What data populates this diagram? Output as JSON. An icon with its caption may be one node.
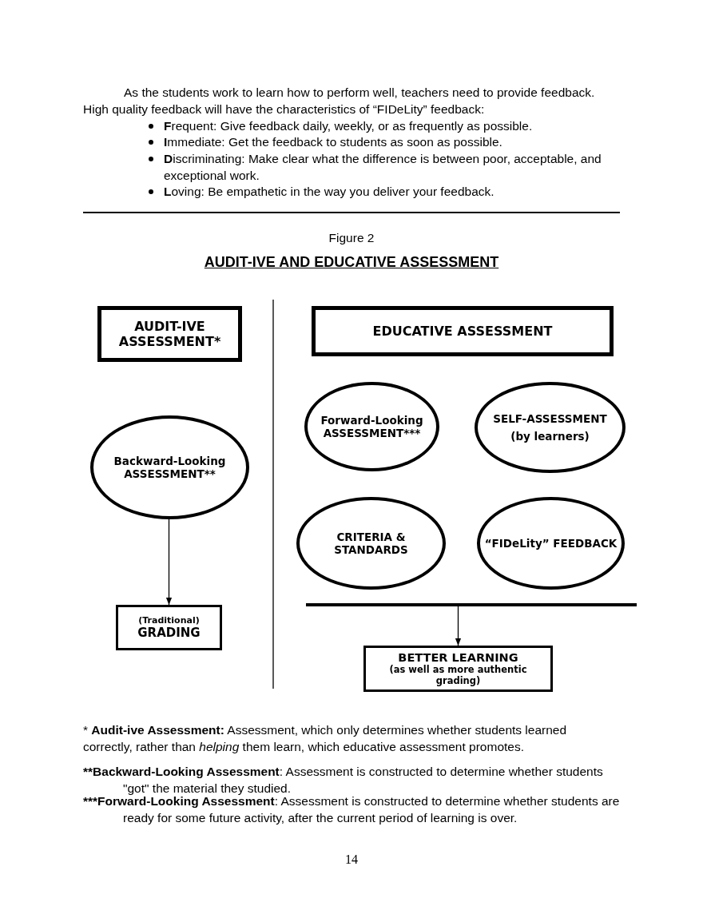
{
  "diagram": {
    "title": "AUDIT-IVE AND EDUCATIVE ASSESSMENT",
    "nodes": [
      {
        "text": [
          "AUDIT-IVE ASSESSMENT*"
        ]
      },
      {
        "text": [
          "EDUCATIVE ASSESSMENT"
        ]
      },
      {
        "text": [
          "Backward-Looking ASSESSMENT**"
        ]
      },
      {
        "text": [
          "Forward-Looking ASSESSMENT***"
        ]
      },
      {
        "text": [
          "SELF-ASSESSMENT",
          "(by learners)"
        ]
      },
      {
        "text": [
          "CRITERIA & STANDARDS"
        ]
      },
      {
        "text": [
          "“FIDeLity” FEEDBACK"
        ]
      },
      {
        "text": [
          "(Traditional)",
          "GRADING"
        ]
      },
      {
        "text": [],
        "shape": "bar"
      },
      {
        "text": [
          "BETTER LEARNING",
          "(as well as more authentic grading)"
        ]
      }
    ],
    "edges": [
      {
        "from": 2,
        "to": 7,
        "arrow": "to"
      },
      {
        "from": 8,
        "to": 9,
        "arrow": "to"
      }
    ],
    "labels": [
      "As the students work to learn how to perform well, teachers need to provide feedback. High quality feedback will have the characteristics of “FIDeLity” feedback:",
      "**F**requent: Give feedback daily, weekly, or as frequently as possible.",
      "**I**mmediate: Get the feedback to students as soon as possible.",
      "**D**iscriminating: Make clear what the difference is between poor, acceptable, and exceptional work.",
      "**L**oving: Be empathetic in the way you deliver your feedback.",
      "Figure 2",
      "* **Audit-ive Assessment:** Assessment, which only determines whether students learned correctly, rather than *helping* them learn, which educative assessment promotes.",
      "**Backward-Looking Assessment",
      ": Assessment is constructed to determine whether students \"got\" the material they studied.",
      "***Forward-Looking Assessment",
      ": Assessment is constructed to determine whether students are ready for some future activity, after the current period of learning is over.",
      "14"
    ]
  }
}
